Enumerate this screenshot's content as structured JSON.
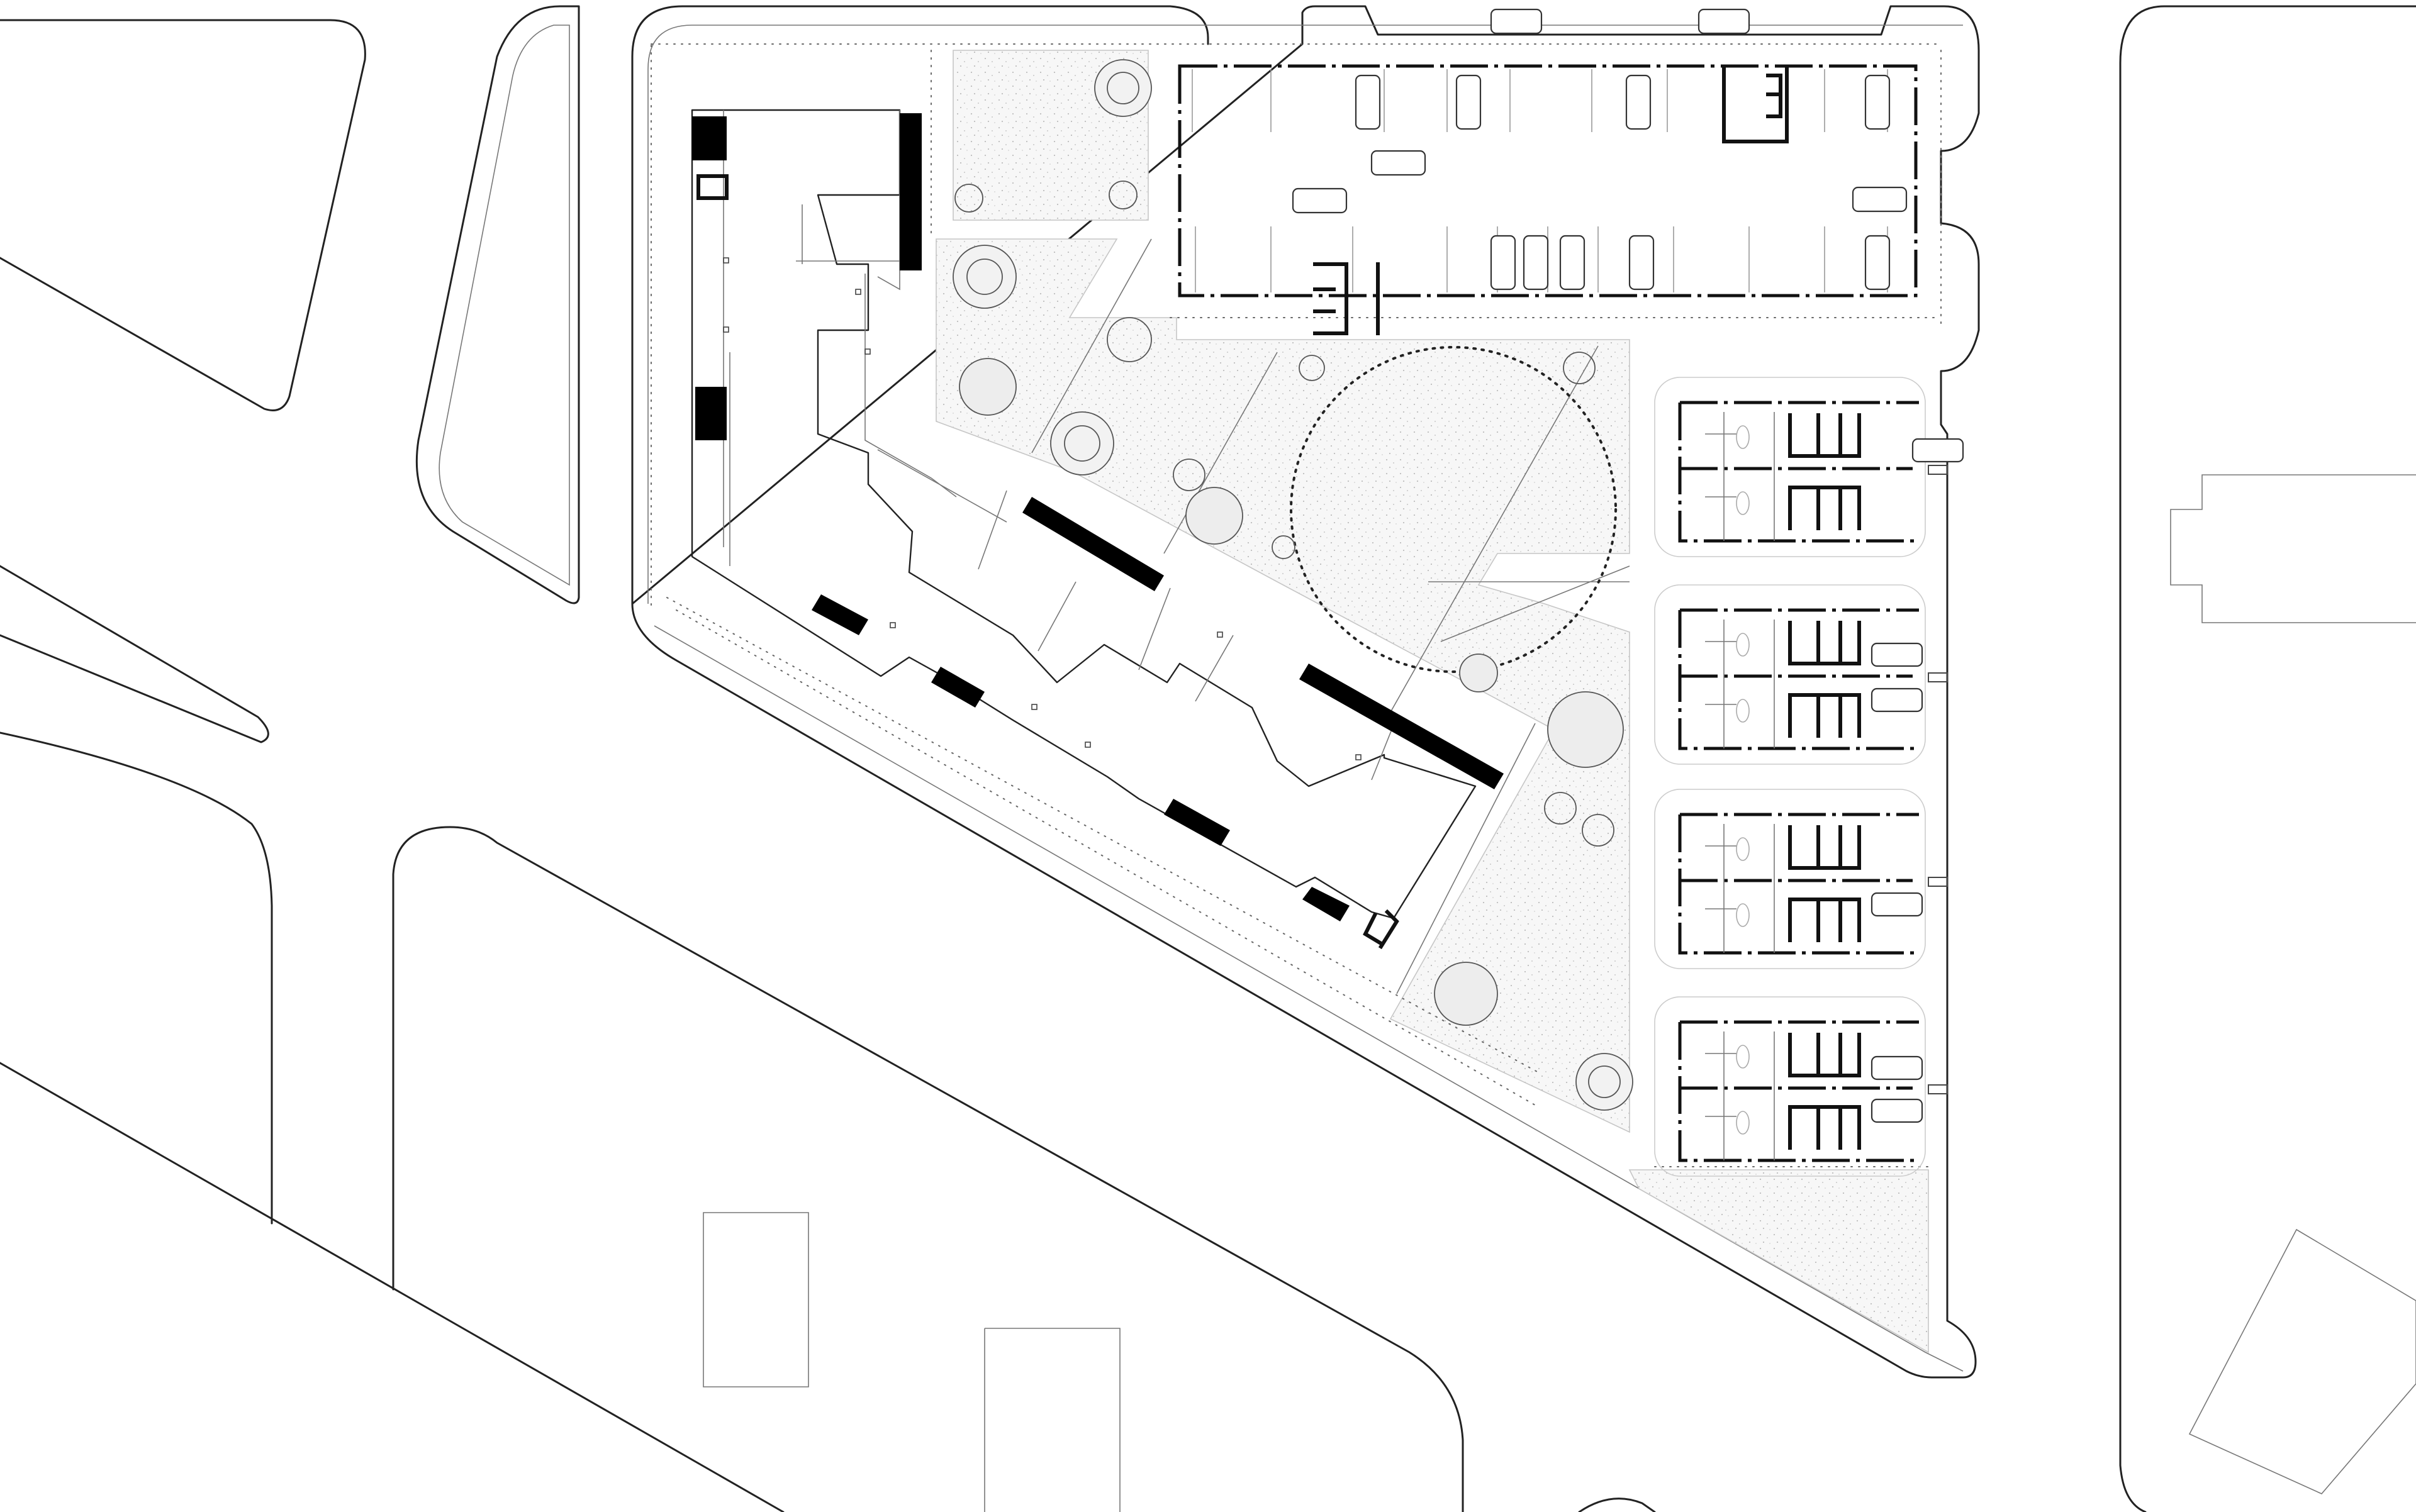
{
  "drawing": {
    "kind": "site plan",
    "labels": []
  },
  "colors": {
    "background": "#ffffff",
    "line": "#222222",
    "landscape_fill": "#f6f6f6"
  },
  "elements": {
    "parking_cars": 16,
    "townhouse_blocks": 4,
    "trees": 15
  }
}
